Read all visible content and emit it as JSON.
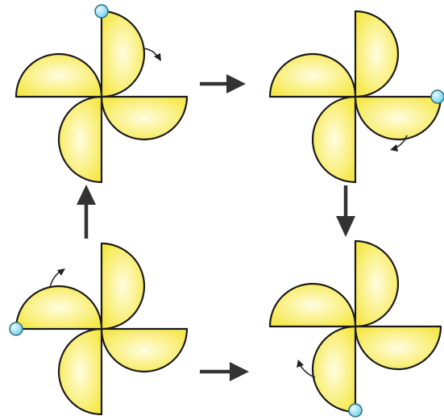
{
  "colors": {
    "blade_edge": "#f6e84a",
    "blade_center": "#fffde0",
    "outline": "#1a1a1a",
    "arrow": "#333333",
    "marker_dot": "#6fd0ee"
  },
  "pinwheels": [
    {
      "id": "top-left",
      "marker_blade": "top",
      "rotation_hint": "clockwise"
    },
    {
      "id": "top-right",
      "marker_blade": "right",
      "rotation_hint": "clockwise"
    },
    {
      "id": "bottom-right",
      "marker_blade": "bottom",
      "rotation_hint": "clockwise"
    },
    {
      "id": "bottom-left",
      "marker_blade": "left",
      "rotation_hint": "clockwise"
    }
  ],
  "sequence_arrows": [
    {
      "from": "top-left",
      "to": "top-right",
      "direction": "right"
    },
    {
      "from": "top-right",
      "to": "bottom-right",
      "direction": "down"
    },
    {
      "from": "bottom-left",
      "to": "top-left",
      "direction": "up"
    },
    {
      "from": "bottom-left",
      "to": "bottom-right",
      "direction": "right"
    }
  ]
}
